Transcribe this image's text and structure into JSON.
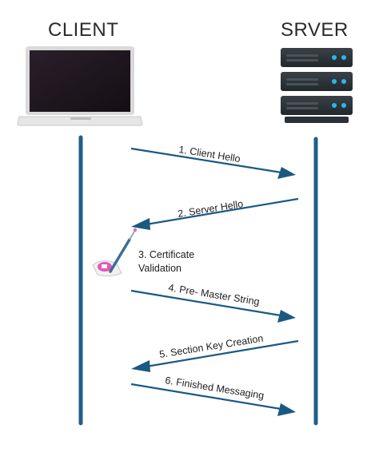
{
  "participants": {
    "client": "CLIENT",
    "server": "SRVER"
  },
  "colors": {
    "lifeline": "#1f5f87",
    "arrow": "#1a5a82",
    "server_body": "#2c3338",
    "server_led": "#2bb6e8",
    "laptop_screen": "#201820",
    "laptop_base": "#e3e3e3"
  },
  "icons": {
    "client": "laptop-icon",
    "server": "server-rack-icon",
    "validation": "certificate-scroll-icon"
  },
  "steps": [
    {
      "label": "1. Client Hello",
      "direction": "client-to-server"
    },
    {
      "label": "2. Server Hello",
      "direction": "server-to-client"
    },
    {
      "label_line1": "3. Certificate",
      "label_line2": "Validation",
      "direction": "client-local"
    },
    {
      "label": "4. Pre- Master String",
      "direction": "client-to-server"
    },
    {
      "label": "5. Section Key Creation",
      "direction": "server-to-client"
    },
    {
      "label": "6. Finished Messaging",
      "direction": "client-to-server"
    }
  ]
}
